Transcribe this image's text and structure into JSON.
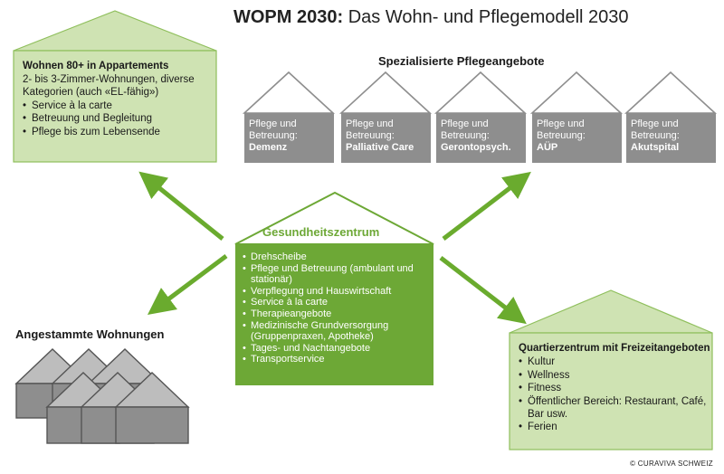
{
  "title": {
    "bold": "WOPM 2030:",
    "rest": " Das Wohn- und Pflegemodell 2030"
  },
  "wohnen": {
    "heading": "Wohnen 80+ in Appartements",
    "description": "2- bis 3-Zimmer-Wohnungen, diverse Kategorien (auch «EL-fähig»)",
    "items": [
      "Service à la carte",
      "Betreuung und Begleitung",
      "Pflege bis zum Lebensende"
    ]
  },
  "specialized": {
    "title": "Spezialisierte Pflegeangebote",
    "prefix": [
      "Pflege und",
      "Betreuung:"
    ],
    "items": [
      "Demenz",
      "Palliative Care",
      "Gerontopsych.",
      "AÜP",
      "Akutspital"
    ]
  },
  "center": {
    "title": "Gesundheitszentrum",
    "items": [
      "Drehscheibe",
      "Pflege und Betreuung (ambulant und stationär)",
      "Verpflegung und Hauswirtschaft",
      "Service à la carte",
      "Therapieangebote",
      "Medizinische Grundversorgung (Gruppenpraxen, Apotheke)",
      "Tages- und Nachtangebote",
      "Transportservice"
    ]
  },
  "existing": {
    "title": "Angestammte Wohnungen"
  },
  "quartier": {
    "heading": "Quartierzentrum mit Freizeitangeboten",
    "items": [
      "Kultur",
      "Wellness",
      "Fitness",
      "Öffentlicher Bereich: Restaurant, Café, Bar usw.",
      "Ferien"
    ]
  },
  "copyright": "© CURAVIVA SCHWEIZ",
  "colors": {
    "dark_green": "#6da836",
    "light_green": "#cfe3b3",
    "grey": "#8e8e8e",
    "arrow_green": "#6aab2e"
  }
}
